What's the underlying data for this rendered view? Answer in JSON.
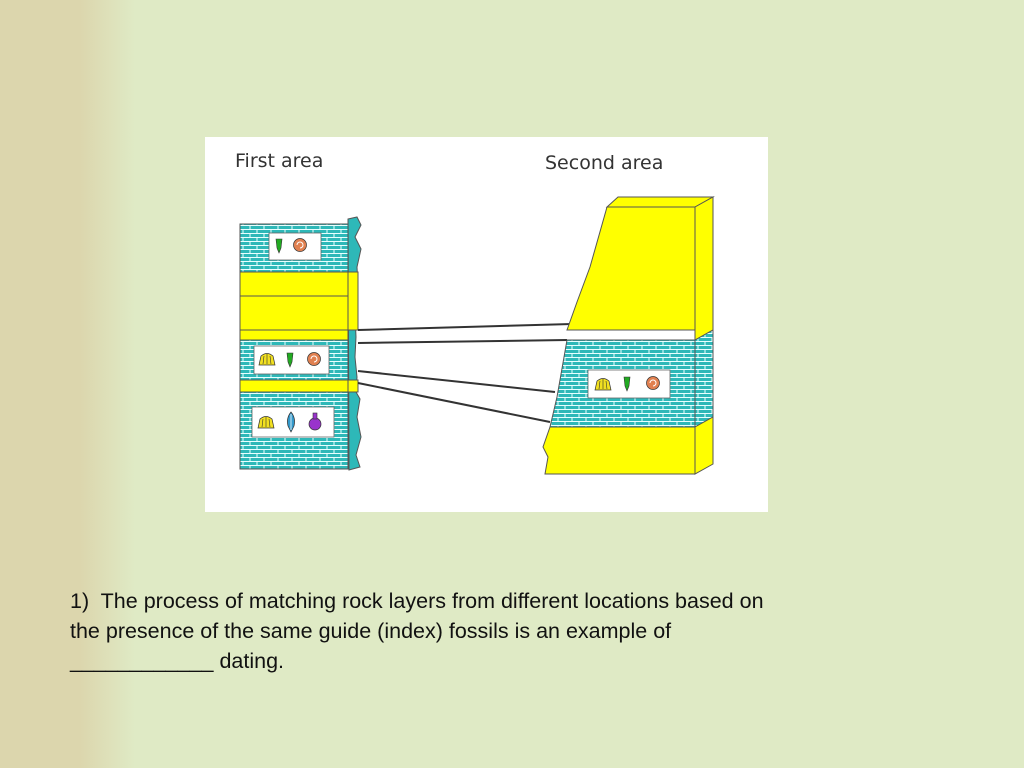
{
  "figure": {
    "first_area_label": "First area",
    "second_area_label": "Second area"
  },
  "question": {
    "lines": [
      "1)  The process of matching rock layers from different locations based on",
      "the presence of the same guide (index) fossils is an example of",
      "____________ dating."
    ]
  },
  "colors": {
    "sandstone": "#ffff00",
    "limestone": "#2eb8b8",
    "brick_lines": "#ffffff",
    "outline": "#555555",
    "background": "#dfeac5",
    "left_band": "#dcd6ad"
  },
  "fossil_icons": [
    "shell-fossil-icon",
    "fish-fossil-icon",
    "ammonite-fossil-icon",
    "belemnite-fossil-icon",
    "squid-fossil-icon"
  ]
}
